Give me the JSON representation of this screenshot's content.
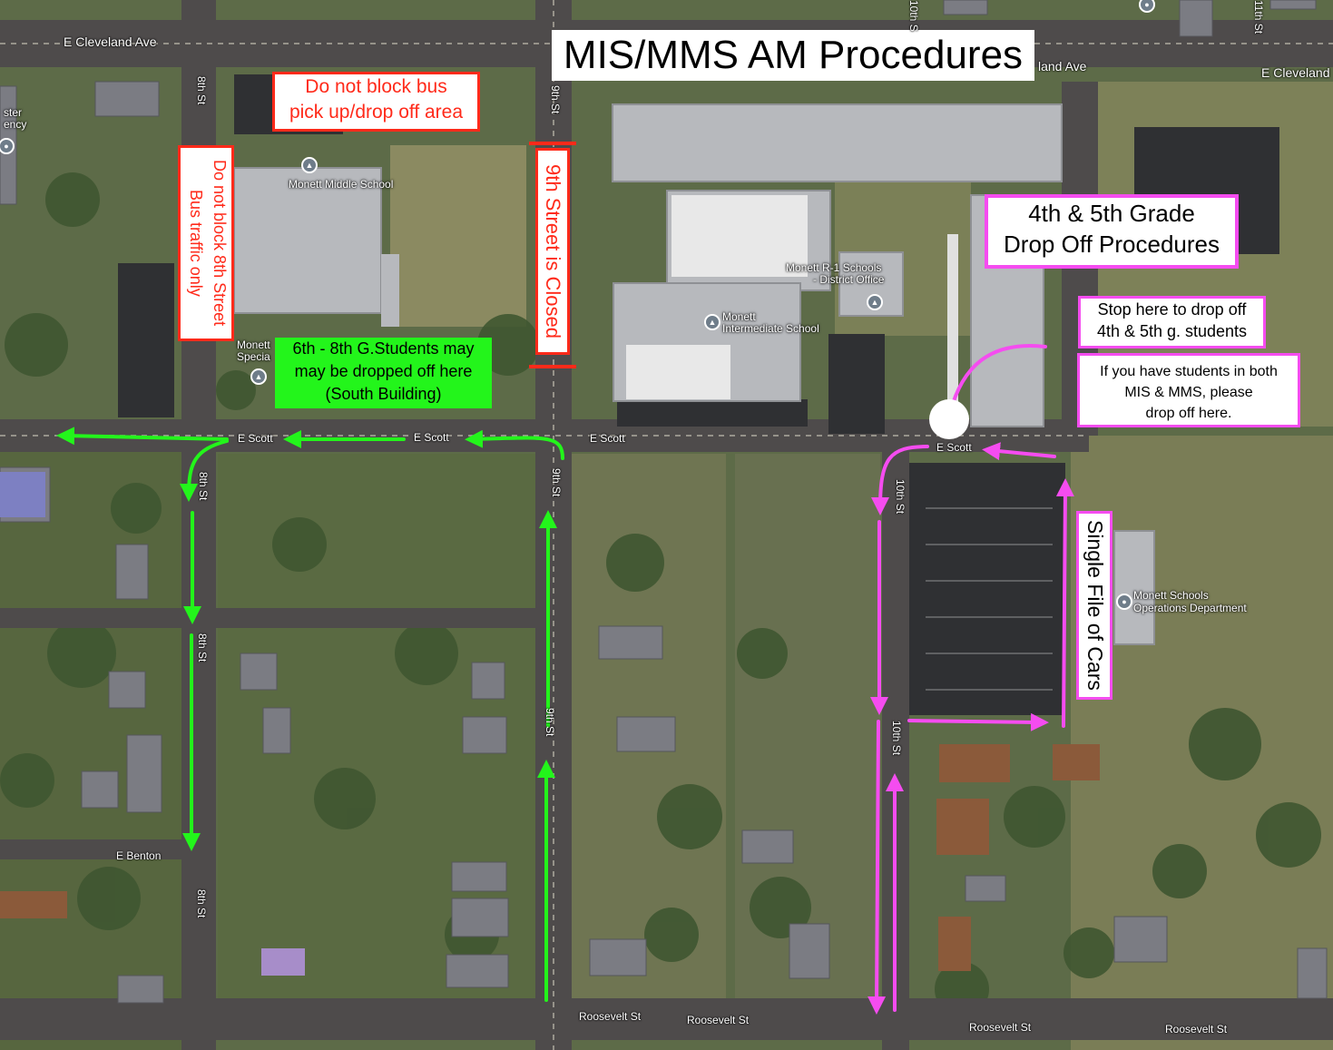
{
  "title": "MIS/MMS AM Procedures",
  "notes": {
    "bus_area_line1": "Do not block bus",
    "bus_area_line2": "pick up/drop off area",
    "eighth_street_line1": "Do not block 8th Street",
    "eighth_street_line2": "Bus traffic only",
    "ninth_closed": "9th Street is Closed",
    "grade_box_line1": "4th & 5th Grade",
    "grade_box_line2": "Drop Off Procedures",
    "stop_here_line1": "Stop here to drop off",
    "stop_here_line2": "4th & 5th g. students",
    "both_line1": "If you have students in both",
    "both_line2": "MIS & MMS, please",
    "both_line3": "drop off here.",
    "single_file": "Single File of Cars",
    "middle_line1": "6th - 8th G.Students may",
    "middle_line2": "may be dropped off here",
    "middle_line3": "(South Building)"
  },
  "streets": {
    "cleveland_west": "E Cleveland Ave",
    "cleveland_mid": "land Ave",
    "cleveland_east": "E Cleveland",
    "scott": "E Scott",
    "eighth": "8th St",
    "ninth": "9th St",
    "tenth": "10th St",
    "eleventh": "11th St",
    "tenth_top": "10th S",
    "benton": "E Benton",
    "roosevelt": "Roosevelt St"
  },
  "places": {
    "middle_school": "Monett Middle School",
    "district_line1": "Monett R-1 Schools",
    "district_line2": "- District Office",
    "intermediate_line1": "Monett",
    "intermediate_line2": "Intermediate School",
    "special_line1": "Monett",
    "special_line2": "Specia",
    "operations_line1": "Monett Schools",
    "operations_line2": "Operations Department",
    "agency_line1": "ster",
    "agency_line2": "ency"
  },
  "colors": {
    "red": "#ff2a1a",
    "green": "#23f51b",
    "magenta": "#f54cf0",
    "road": "#4e4b4b"
  },
  "icons": [
    "school-pin-icon",
    "place-pin-icon"
  ]
}
